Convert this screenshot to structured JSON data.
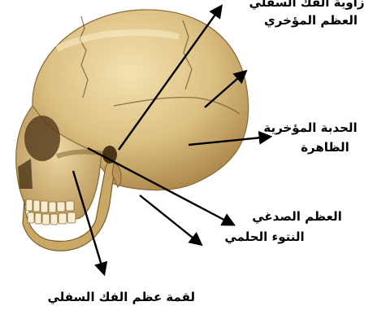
{
  "labels": {
    "mandible_angle": "زاوية الفك السفلي",
    "occipital_bone": "العظم المؤخري",
    "external_occipital_protuberance_line1": "الحدبة المؤخرية",
    "external_occipital_protuberance_line2": "الظاهرة",
    "temporal_bone": "العظم الصدغي",
    "mastoid_process": "النتوء الحلمي",
    "mandibular_condyle": "لقمة عظم الفك السفلي"
  },
  "colors": {
    "bone_light": "#e8d29a",
    "bone_mid": "#cfae6a",
    "bone_dark": "#8a6a35",
    "arrow": "#000000"
  }
}
